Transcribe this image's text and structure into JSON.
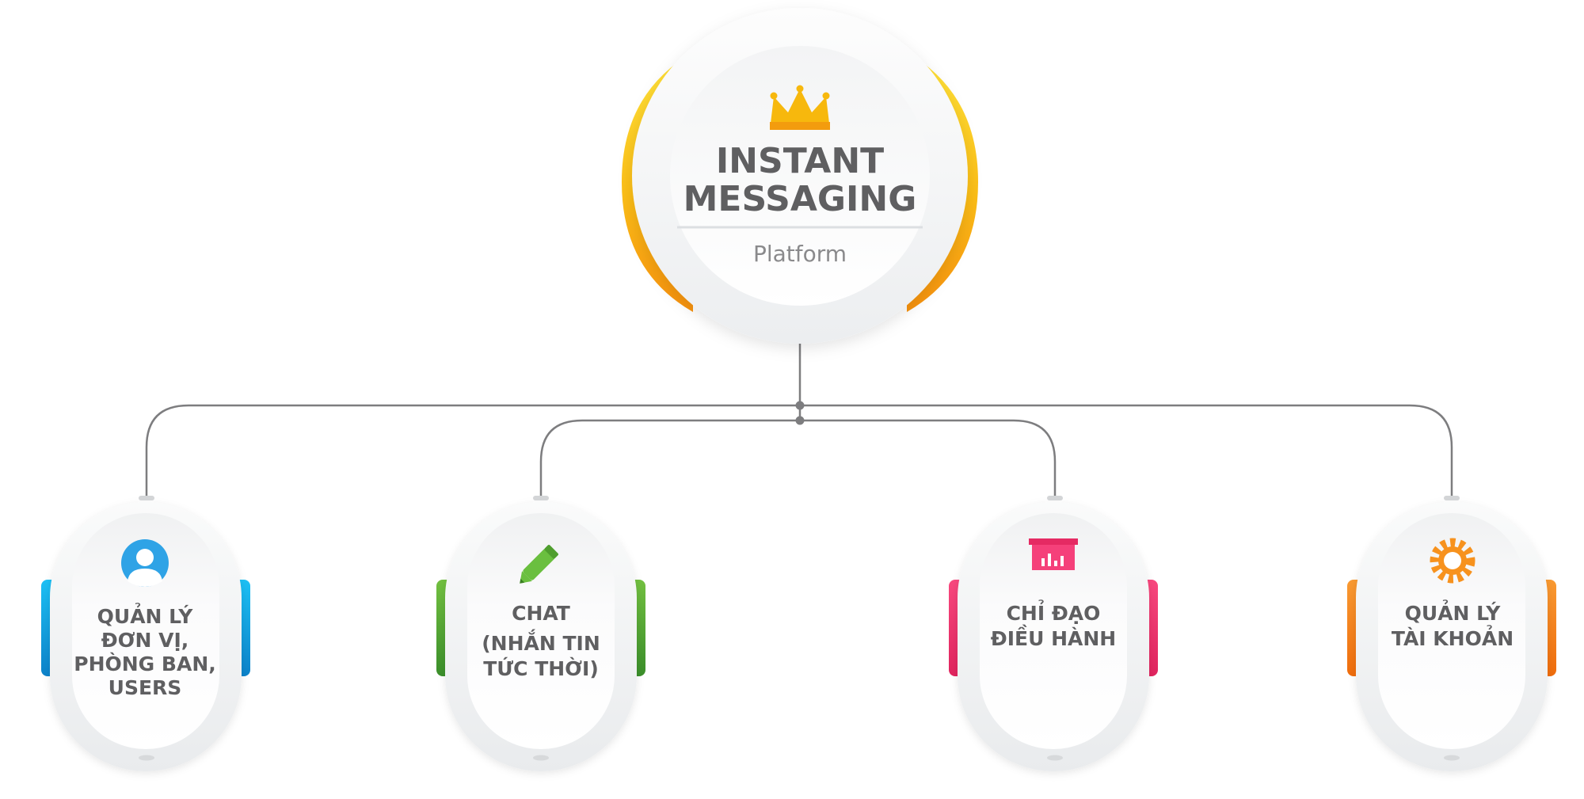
{
  "root": {
    "title_line1": "INSTANT",
    "title_line2": "MESSAGING",
    "subtitle": "Platform",
    "icon": "crown-icon",
    "accent": "#f5b80f"
  },
  "modules": [
    {
      "id": "don-vi",
      "icon": "user-icon",
      "lines": [
        "QUẢN LÝ",
        "ĐƠN VỊ,",
        "PHÒNG BAN,",
        "USERS"
      ],
      "color": "#1ea7e8"
    },
    {
      "id": "chat",
      "icon": "pencil-icon",
      "lines": [
        "CHAT",
        "(NHẮN TIN",
        "TỨC THỜI)"
      ],
      "color": "#5db53b"
    },
    {
      "id": "chi-dao",
      "icon": "presentation-chart-icon",
      "lines": [
        "CHỈ ĐẠO",
        "ĐIỀU HÀNH"
      ],
      "color": "#f0407a"
    },
    {
      "id": "tai-khoan",
      "icon": "gear-icon",
      "lines": [
        "QUẢN LÝ",
        "TÀI KHOẢN"
      ],
      "color": "#f7911e"
    }
  ]
}
